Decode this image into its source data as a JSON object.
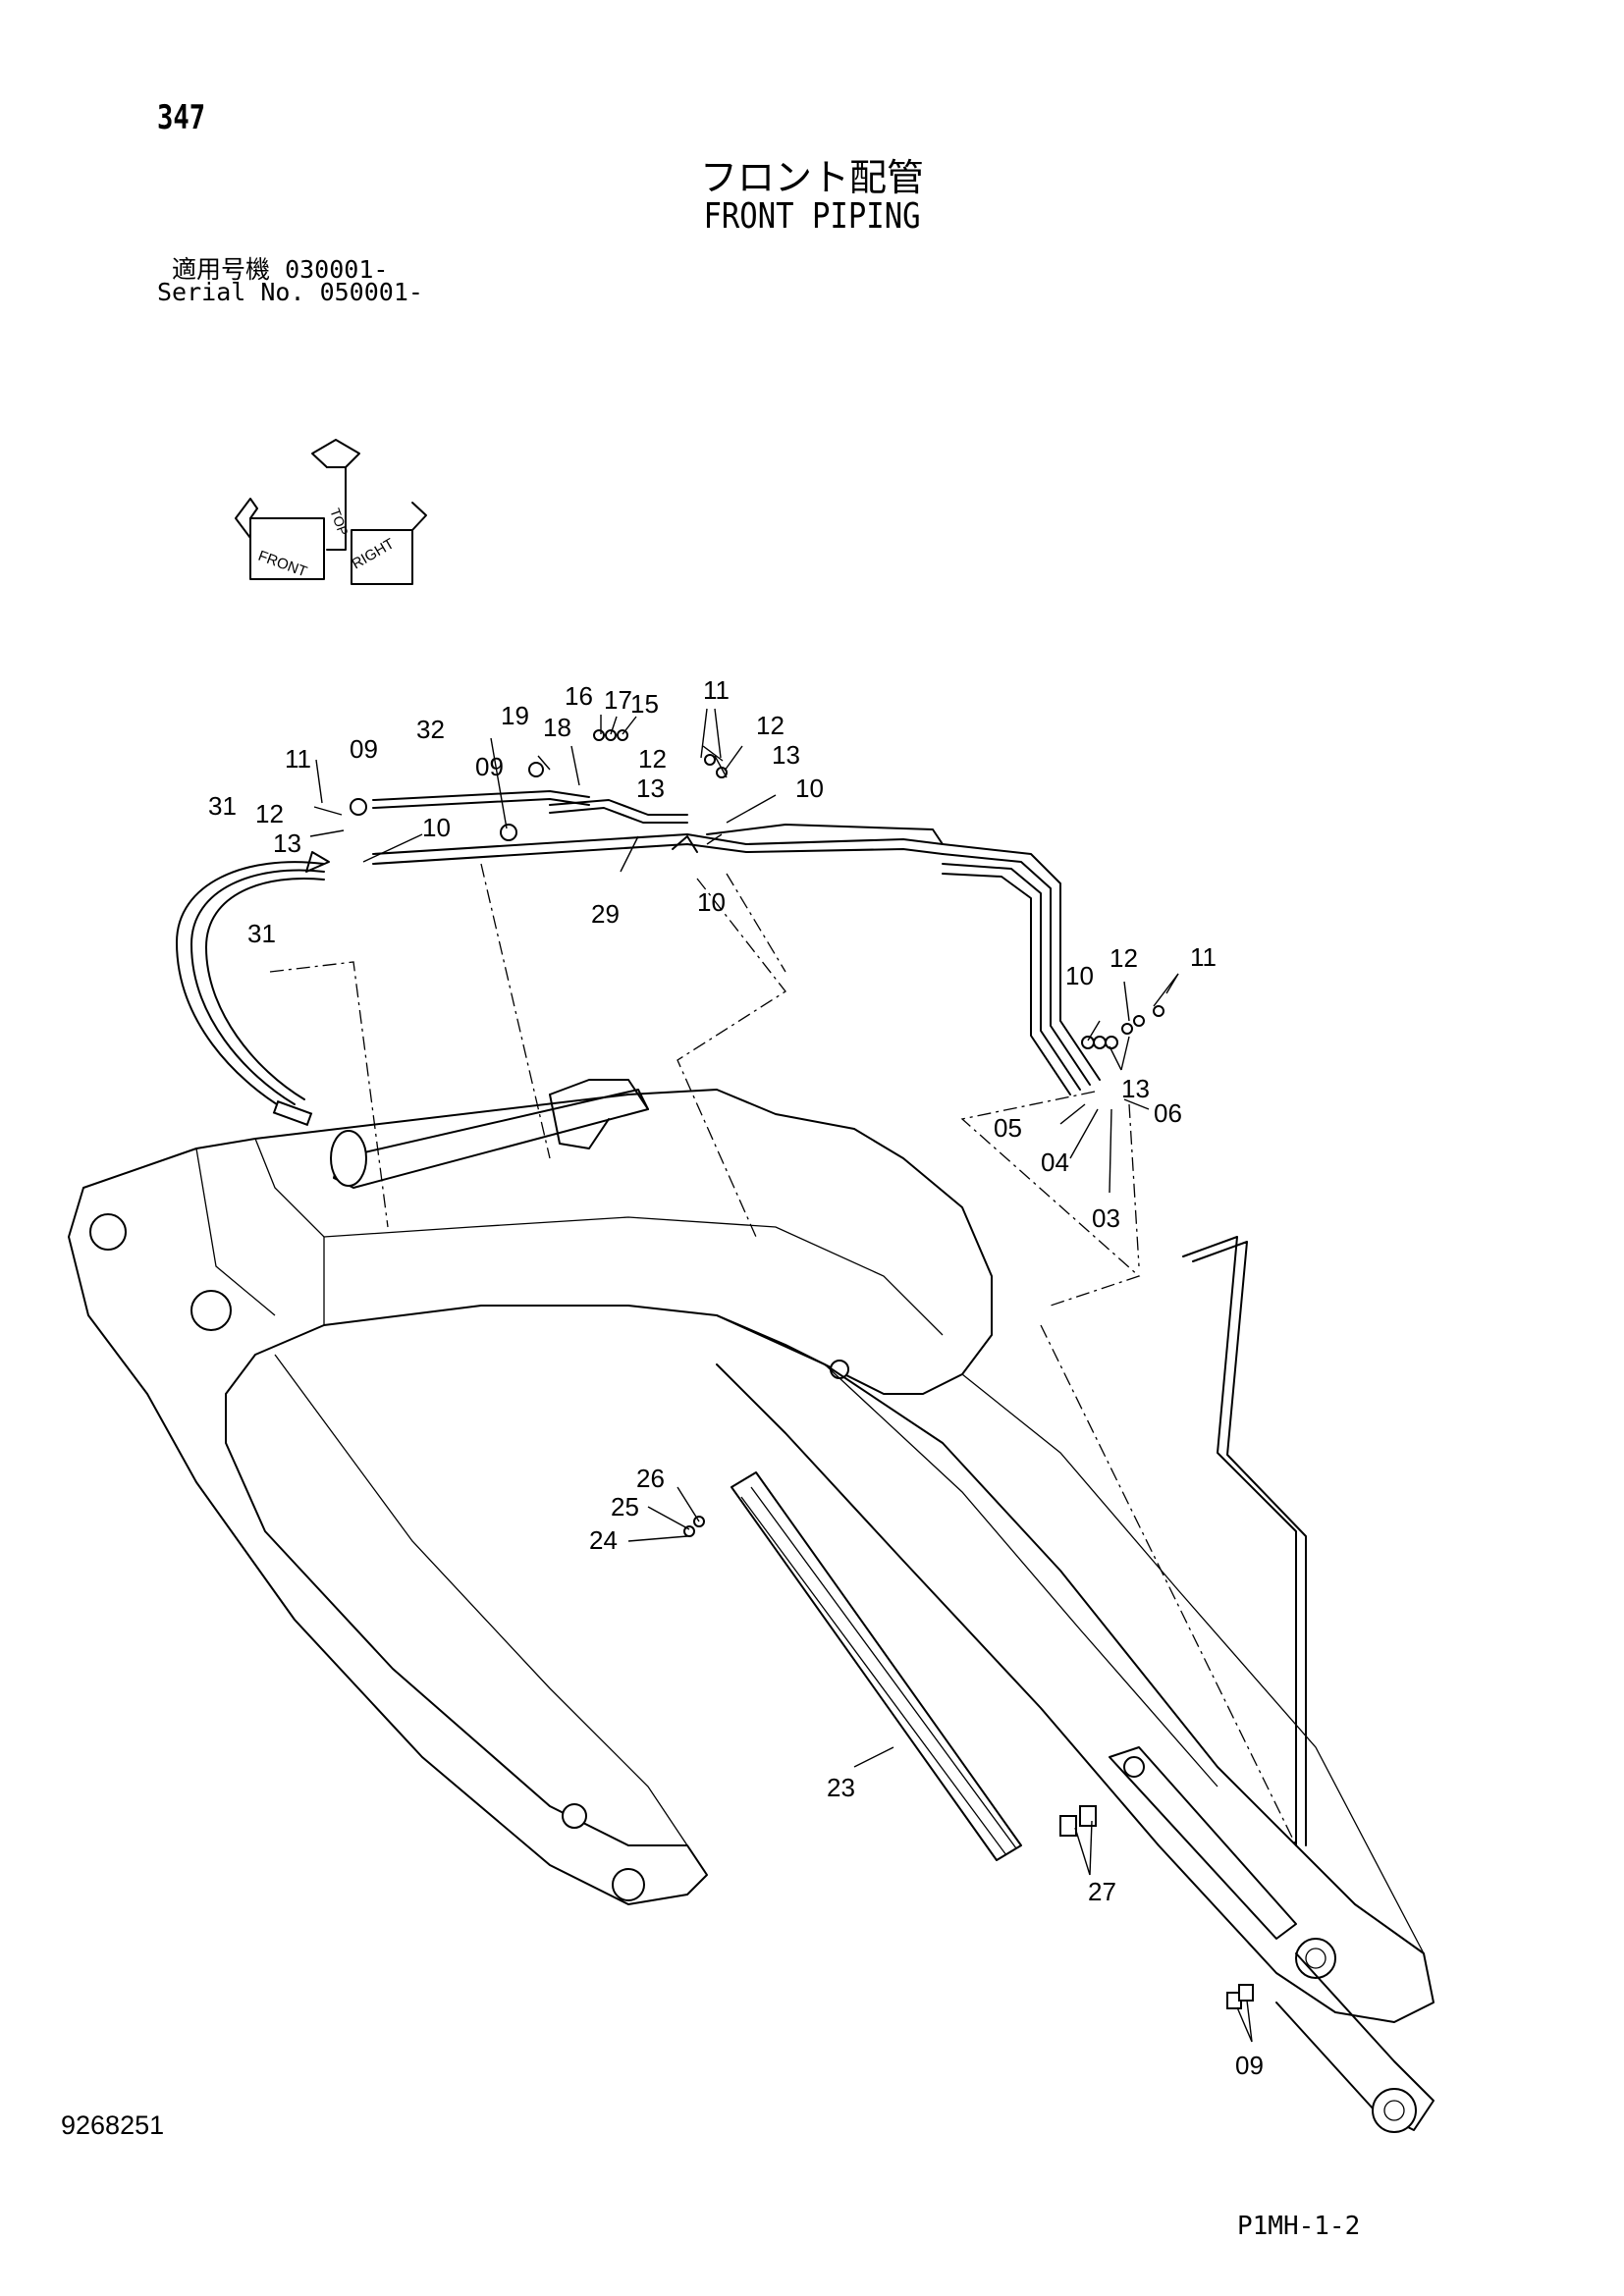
{
  "header": {
    "page_number": "347",
    "title_jp": "フロント配管",
    "title_en": "FRONT PIPING",
    "serial_jp_label": "適用号機",
    "serial_jp_value": "030001-",
    "serial_en_label": "Serial No.",
    "serial_en_value": "050001-"
  },
  "orientation_icon": {
    "labels": [
      "FRONT",
      "TOP",
      "RIGHT"
    ]
  },
  "callouts": [
    {
      "id": "c16",
      "text": "16"
    },
    {
      "id": "c17",
      "text": "17"
    },
    {
      "id": "c15",
      "text": "15"
    },
    {
      "id": "c11a",
      "text": "11"
    },
    {
      "id": "c19",
      "text": "19"
    },
    {
      "id": "c18",
      "text": "18"
    },
    {
      "id": "c12a",
      "text": "12"
    },
    {
      "id": "c32",
      "text": "32"
    },
    {
      "id": "c12b",
      "text": "12"
    },
    {
      "id": "c13a",
      "text": "13"
    },
    {
      "id": "c11b",
      "text": "11"
    },
    {
      "id": "c09a",
      "text": "09"
    },
    {
      "id": "c09b",
      "text": "09"
    },
    {
      "id": "c13b",
      "text": "13"
    },
    {
      "id": "c10a",
      "text": "10"
    },
    {
      "id": "c31a",
      "text": "31"
    },
    {
      "id": "c12c",
      "text": "12"
    },
    {
      "id": "c10b",
      "text": "10"
    },
    {
      "id": "c13c",
      "text": "13"
    },
    {
      "id": "c31b",
      "text": "31"
    },
    {
      "id": "c29",
      "text": "29"
    },
    {
      "id": "c10c",
      "text": "10"
    },
    {
      "id": "c10d",
      "text": "10"
    },
    {
      "id": "c12d",
      "text": "12"
    },
    {
      "id": "c11c",
      "text": "11"
    },
    {
      "id": "c13d",
      "text": "13"
    },
    {
      "id": "c06",
      "text": "06"
    },
    {
      "id": "c05",
      "text": "05"
    },
    {
      "id": "c04",
      "text": "04"
    },
    {
      "id": "c03",
      "text": "03"
    },
    {
      "id": "c26",
      "text": "26"
    },
    {
      "id": "c25",
      "text": "25"
    },
    {
      "id": "c24",
      "text": "24"
    },
    {
      "id": "c23",
      "text": "23"
    },
    {
      "id": "c27",
      "text": "27"
    },
    {
      "id": "c09c",
      "text": "09"
    }
  ],
  "footer": {
    "document_number": "9268251",
    "figure_code": "P1MH-1-2"
  }
}
